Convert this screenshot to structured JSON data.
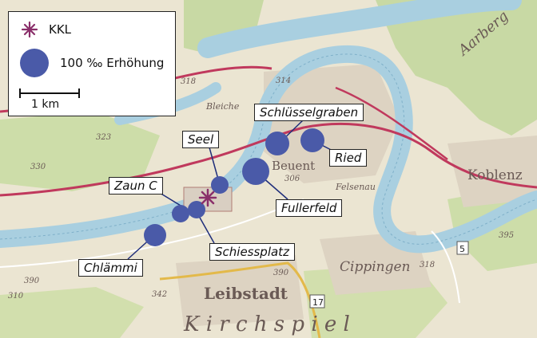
{
  "legend": {
    "kkl_label": "KKL",
    "circle_label": "100 ‰ Erhöhung",
    "scale_label": "1 km"
  },
  "sites": {
    "schluesselgraben": "Schlüsselgraben",
    "seel": "Seel",
    "ried": "Ried",
    "zaun_c": "Zaun C",
    "fullerfeld": "Fullerfeld",
    "schiessplatz": "Schiessplatz",
    "chlaemmi": "Chlämmi"
  },
  "map_labels": {
    "koblenz": "Koblenz",
    "cippingen": "Cippingen",
    "leibstadt": "Leibstadt",
    "kirchspiel": "K i r c h s p i e l",
    "felsenau": "Felsenau",
    "aarberg": "Aarberg",
    "bleiche": "Bleiche",
    "beuent": "Beuent",
    "route_17": "17",
    "route_5": "5",
    "h323": "323",
    "h330": "330",
    "h306": "306",
    "h314": "314",
    "h318a": "318",
    "h318b": "318",
    "h390a": "390",
    "h390b": "390",
    "h310": "310",
    "h342": "342",
    "h395": "395"
  },
  "colors": {
    "marker_blue": "#4a5aa8",
    "kkl_purple": "#8a2f6a",
    "river": "#a9cfe0",
    "railway": "#c0395d",
    "forest": "#c6d8a6"
  },
  "icons": {
    "kkl_marker": "star-burst-icon",
    "site_marker": "filled-circle-icon"
  }
}
